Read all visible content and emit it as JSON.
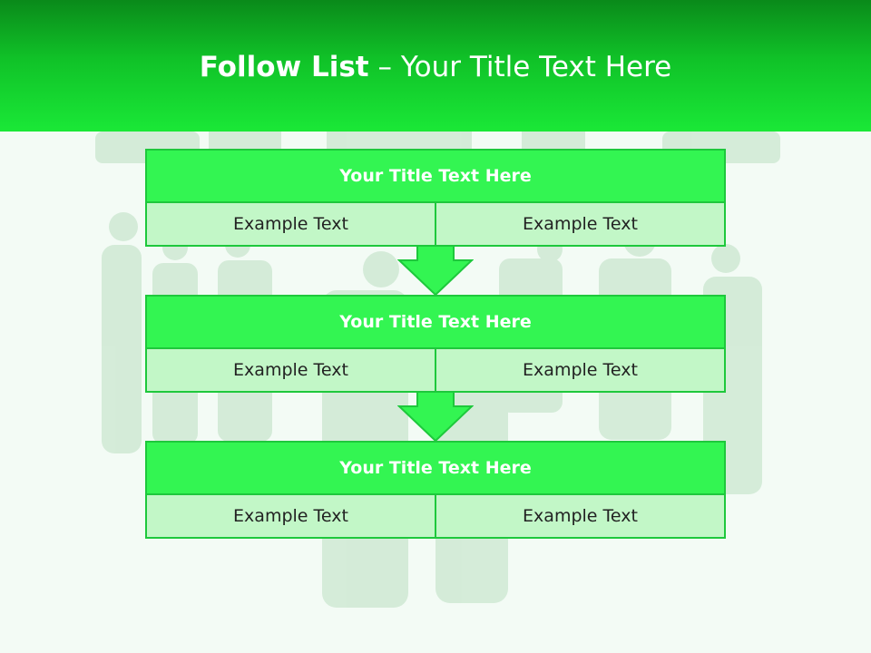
{
  "slide": {
    "title_bold": "Follow List",
    "title_rest": " – Your Title Text Here"
  },
  "blocks": [
    {
      "title": "Your Title Text Here",
      "left": "Example Text",
      "right": "Example Text"
    },
    {
      "title": "Your Title Text Here",
      "left": "Example Text",
      "right": "Example Text"
    },
    {
      "title": "Your Title Text Here",
      "left": "Example Text",
      "right": "Example Text"
    }
  ],
  "colors": {
    "header_dark": "#0a8a1a",
    "header_light": "#1ae837",
    "block_head": "#33f552",
    "block_border": "#1ec83c",
    "cell_fill": "#c2f7c7",
    "arrow": "#33f552"
  }
}
